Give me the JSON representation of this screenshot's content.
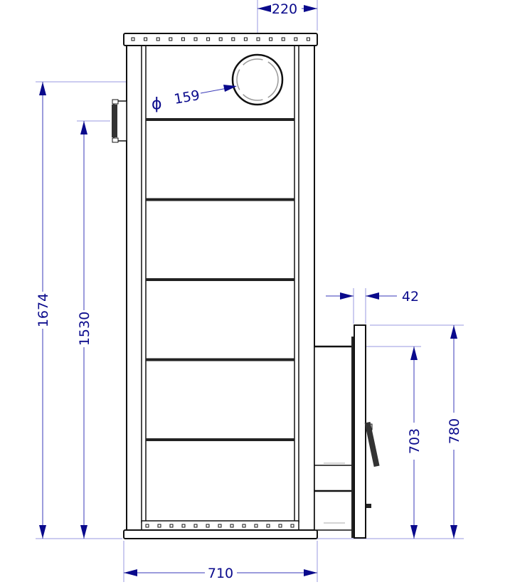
{
  "drawing": {
    "dimensions": {
      "total_height": "1674",
      "inlet_height": "1530",
      "width": "710",
      "flue_offset": "220",
      "flue_diameter": "159",
      "diameter_symbol": "ϕ",
      "door_thickness": "42",
      "door_height": "780",
      "door_opening_height": "703"
    },
    "shelf_count": 5,
    "colors": {
      "dimension": "#0a0a8c",
      "outline": "#111111",
      "extension_line": "#9a9ae0"
    }
  }
}
